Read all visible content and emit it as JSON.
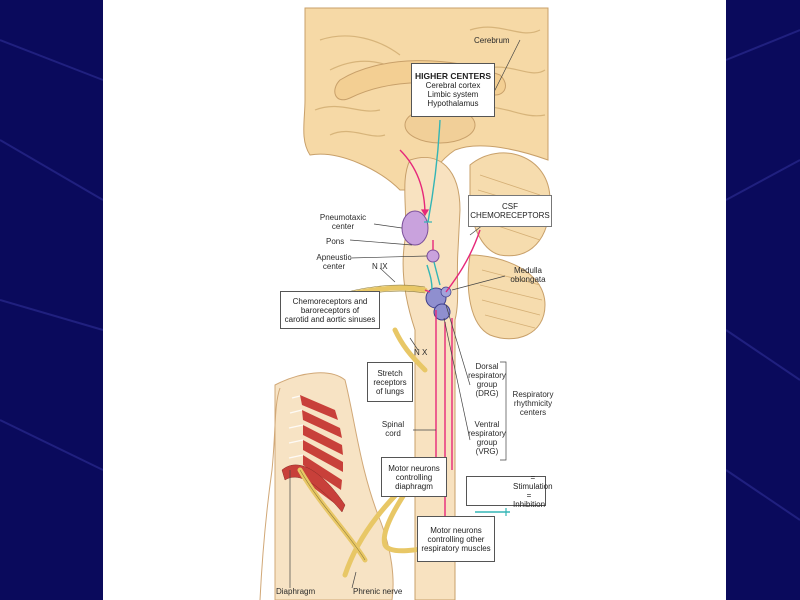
{
  "colors": {
    "background_dark": "#0a0a5c",
    "background_accent": "#3b3bb0",
    "brain": "#f6d9a6",
    "brain_outline": "#c8a06a",
    "skin": "#f7e3c4",
    "nerve": "#e8c766",
    "stimulation": "#e6287a",
    "inhibition": "#33b5b5",
    "center_fill": "#c9a2dd",
    "center_fill_dark": "#8f8fcf",
    "muscle": "#c8403a"
  },
  "labels": {
    "cerebrum": "Cerebrum",
    "pneumotaxic": [
      "Pneumotaxic",
      "center"
    ],
    "pons": "Pons",
    "apneustic": [
      "Apneustic",
      "center"
    ],
    "nix": "N IX",
    "nx": "N X",
    "medulla": [
      "Medulla",
      "oblongata"
    ],
    "spinal_cord": [
      "Spinal",
      "cord"
    ],
    "drg": [
      "Dorsal",
      "respiratory",
      "group",
      "(DRG)"
    ],
    "vrg": [
      "Ventral",
      "respiratory",
      "group",
      "(VRG)"
    ],
    "rhythmicity": [
      "Respiratory",
      "rhythmicity",
      "centers"
    ],
    "diaphragm": "Diaphragm",
    "phrenic": "Phrenic nerve"
  },
  "boxes": {
    "higher_centers": {
      "title": "HIGHER CENTERS",
      "lines": [
        "Cerebral cortex",
        "Limbic system",
        "Hypothalamus"
      ]
    },
    "csf": [
      "CSF",
      "CHEMORECEPTORS"
    ],
    "chemoreceptors": [
      "Chemoreceptors and",
      "baroreceptors of",
      "carotid and aortic sinuses"
    ],
    "stretch": [
      "Stretch",
      "receptors",
      "of lungs"
    ],
    "motor_diaphragm": [
      "Motor neurons",
      "controlling",
      "diaphragm"
    ],
    "motor_other": [
      "Motor neurons",
      "controlling other",
      "respiratory muscles"
    ]
  },
  "legend": {
    "stimulation": "= Stimulation",
    "inhibition": "= Inhibition"
  }
}
